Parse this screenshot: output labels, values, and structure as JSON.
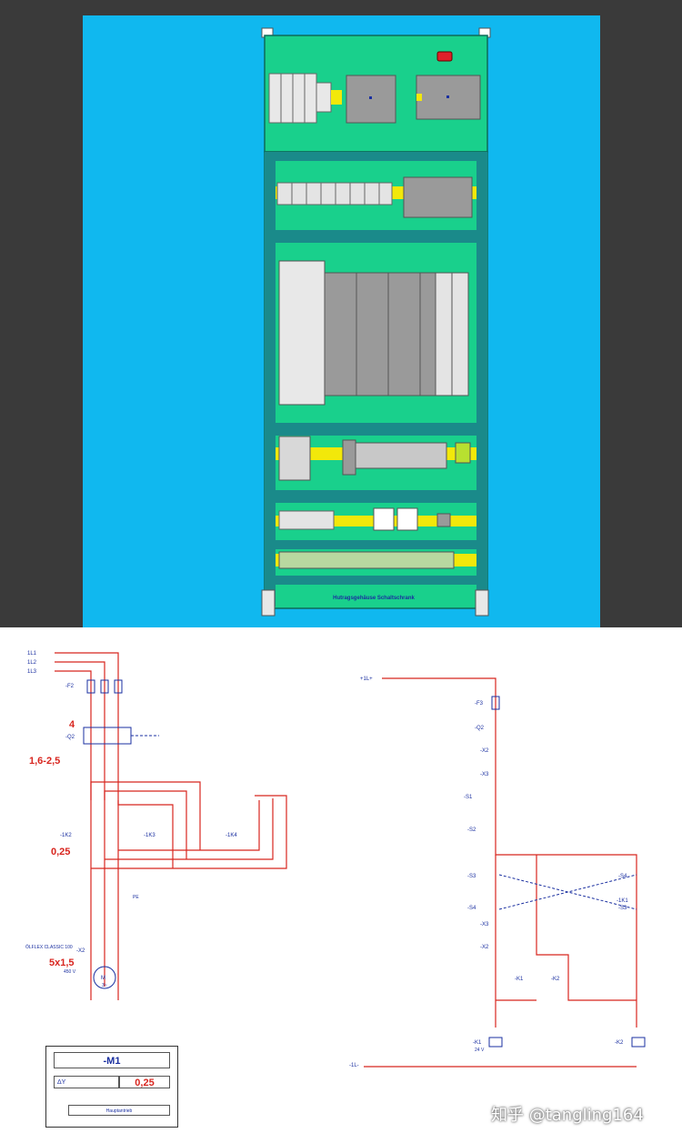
{
  "cabinet": {
    "bottom_label": "Hutragsgehäuse Schaltschrank",
    "colors": {
      "canvas": "#10b8ef",
      "panel": "#19d08c",
      "frame": "#1a8a8a",
      "rail": "#f2e80a",
      "module": "#a8a8a8"
    }
  },
  "schematic": {
    "supply_labels": [
      "1L1",
      "1L2",
      "1L3"
    ],
    "fuse_tag": "-F2",
    "fuse_value": "4",
    "breaker_tag": "-Q2",
    "breaker_range": "1,6-2,5",
    "contactor_tag_1": "-1K2",
    "contactor_value": "0,25",
    "contactor_tag_2": "-1K3",
    "contactor_tag_3": "-1K4",
    "terminal_tag": "-X2",
    "cable_label": "ÖLFLEX CLASSIC 100",
    "cable_value": "5x1,5",
    "cable_voltage": "450 V",
    "motor_symbol": "M",
    "motor_phase": "3~",
    "pe_label": "PE",
    "control_supply": "+1L+",
    "control_return": "-1L-",
    "control_tags": [
      "-F3",
      "-Q2",
      "-X2",
      "-X3",
      "-S1",
      "-S2",
      "-S3",
      "-S4",
      "-K1",
      "-K2",
      "-X3",
      "-X2"
    ],
    "right_tags": [
      "-S4",
      "-1K1",
      "-S3"
    ],
    "coil_voltage": "24 V",
    "coil_left_tag": "-K1",
    "coil_right_tag": "-K2"
  },
  "motor_card": {
    "title": "-M1",
    "mode": "ΔY",
    "power": "0,25",
    "footer": "Hauptantrieb"
  },
  "watermark": "知乎 @tangling164"
}
